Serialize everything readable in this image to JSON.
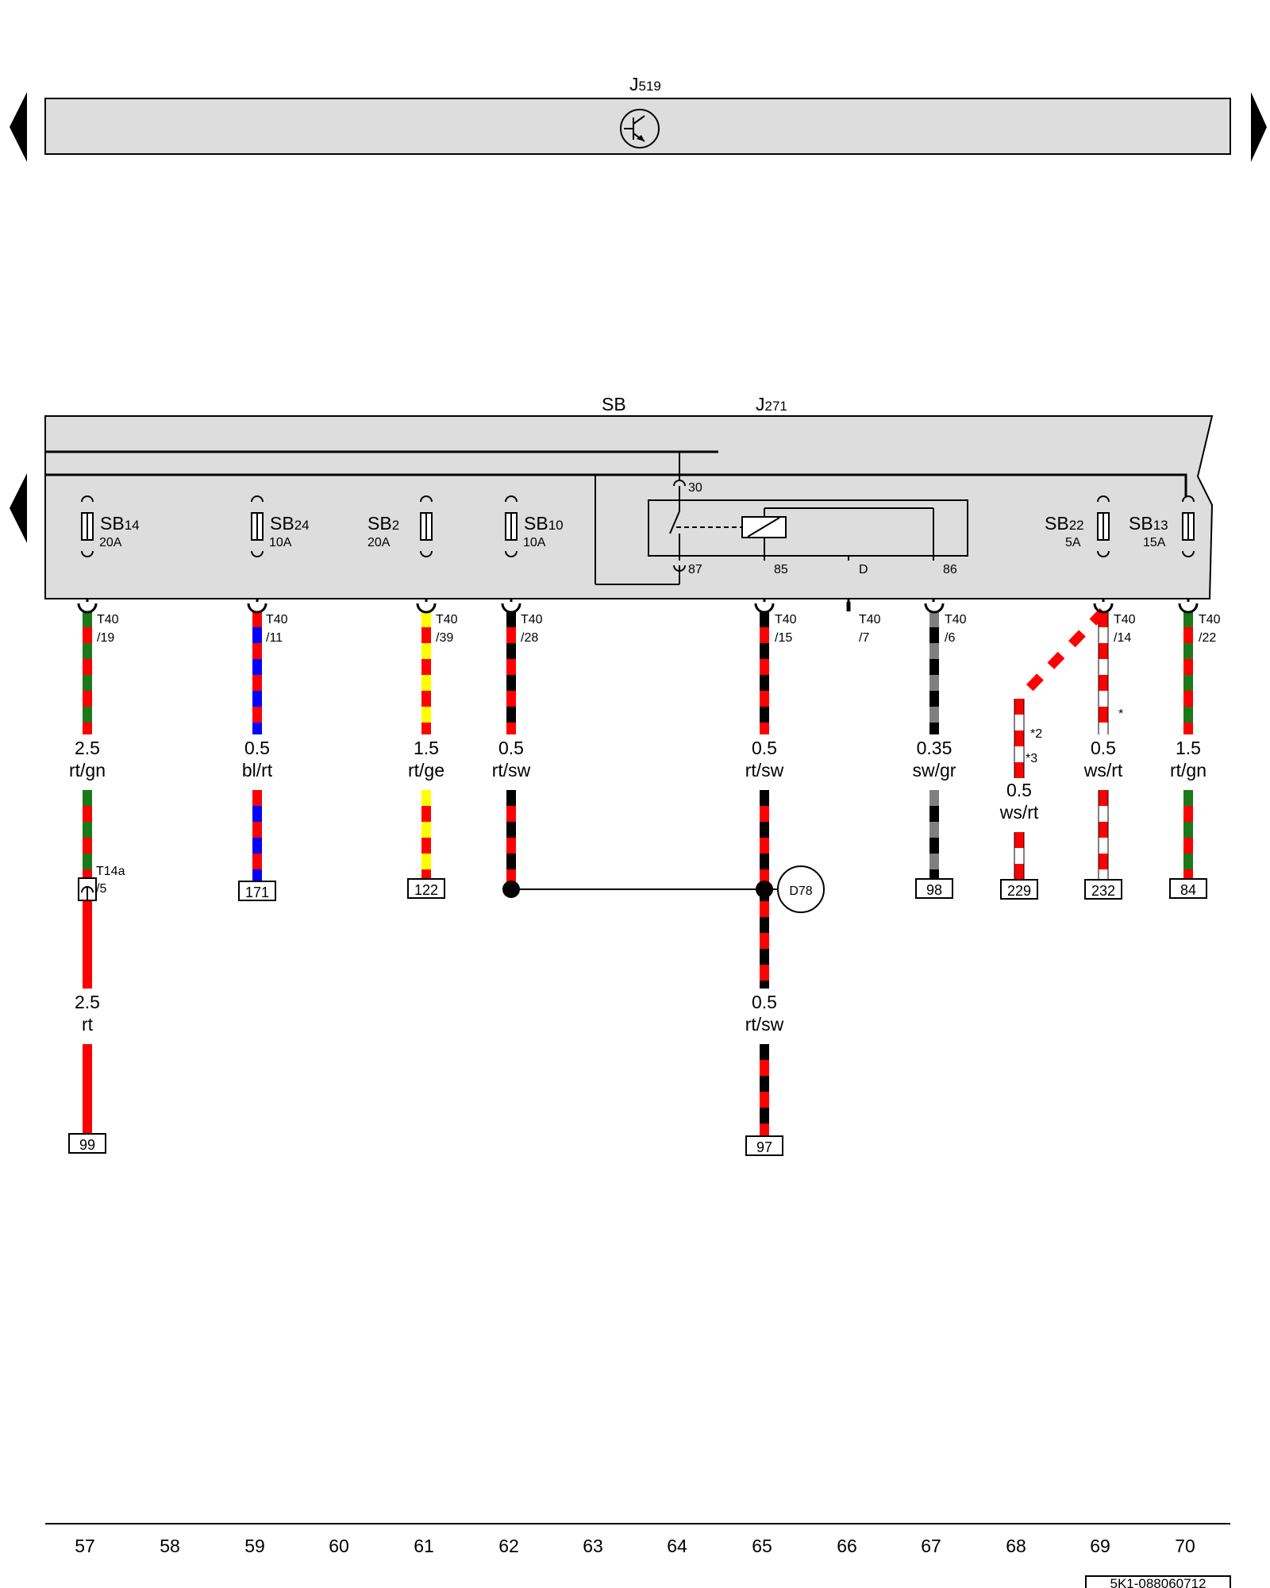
{
  "components": {
    "j519": {
      "main": "J",
      "sub": "519"
    },
    "sb": "SB",
    "j271": {
      "main": "J",
      "sub": "271"
    }
  },
  "fuses": [
    {
      "main": "SB",
      "sub": "14",
      "rating": "20A"
    },
    {
      "main": "SB",
      "sub": "24",
      "rating": "10A"
    },
    {
      "main": "SB",
      "sub": "2",
      "rating": "20A"
    },
    {
      "main": "SB",
      "sub": "10",
      "rating": "10A"
    },
    {
      "main": "SB",
      "sub": "22",
      "rating": "5A"
    },
    {
      "main": "SB",
      "sub": "13",
      "rating": "15A"
    }
  ],
  "relay_pins": [
    "30",
    "87",
    "85",
    "D",
    "86"
  ],
  "connectors": [
    {
      "name": "T40",
      "pin": "/19"
    },
    {
      "name": "T40",
      "pin": "/11"
    },
    {
      "name": "T40",
      "pin": "/39"
    },
    {
      "name": "T40",
      "pin": "/28"
    },
    {
      "name": "T40",
      "pin": "/15"
    },
    {
      "name": "T40",
      "pin": "/7"
    },
    {
      "name": "T40",
      "pin": "/6"
    },
    {
      "name": "T40",
      "pin": "/14"
    },
    {
      "name": "T40",
      "pin": "/22"
    }
  ],
  "inline_connector": {
    "name": "T14a",
    "pin": "/5"
  },
  "wires": [
    {
      "size": "2.5",
      "color": "rt/gn",
      "stripes": [
        "#1a7a1a",
        "#ff0000"
      ]
    },
    {
      "size": "0.5",
      "color": "bl/rt",
      "stripes": [
        "#ff0000",
        "#0000ff"
      ]
    },
    {
      "size": "1.5",
      "color": "rt/ge",
      "stripes": [
        "#ffff00",
        "#ff0000"
      ]
    },
    {
      "size": "0.5",
      "color": "rt/sw",
      "stripes": [
        "#000000",
        "#ff0000"
      ]
    },
    {
      "size": "0.5",
      "color": "rt/sw",
      "stripes": [
        "#000000",
        "#ff0000"
      ]
    },
    {
      "size": "0.35",
      "color": "sw/gr",
      "stripes": [
        "#808080",
        "#000000"
      ]
    },
    {
      "size": "0.5",
      "color": "ws/rt",
      "stripes": [
        "#ff0000",
        "#ffffff"
      ]
    },
    {
      "size": "1.5",
      "color": "rt/gn",
      "stripes": [
        "#1a7a1a",
        "#ff0000"
      ]
    },
    {
      "size": "0.5",
      "color": "ws/rt",
      "stripes": [
        "#ff0000",
        "#ffffff"
      ]
    }
  ],
  "lower_wires": [
    {
      "size": "2.5",
      "color": "rt",
      "stripes": [
        "#ff0000",
        "#ff0000"
      ]
    },
    {
      "size": "0.5",
      "color": "rt/sw",
      "stripes": [
        "#000000",
        "#ff0000"
      ]
    }
  ],
  "footnotes": [
    "*",
    "*2",
    "*3"
  ],
  "ground_point": "D78",
  "terminals": [
    "99",
    "171",
    "122",
    "97",
    "98",
    "229",
    "232",
    "84"
  ],
  "columns": [
    "57",
    "58",
    "59",
    "60",
    "61",
    "62",
    "63",
    "64",
    "65",
    "66",
    "67",
    "68",
    "69",
    "70"
  ],
  "doc_id": "5K1-088060712"
}
